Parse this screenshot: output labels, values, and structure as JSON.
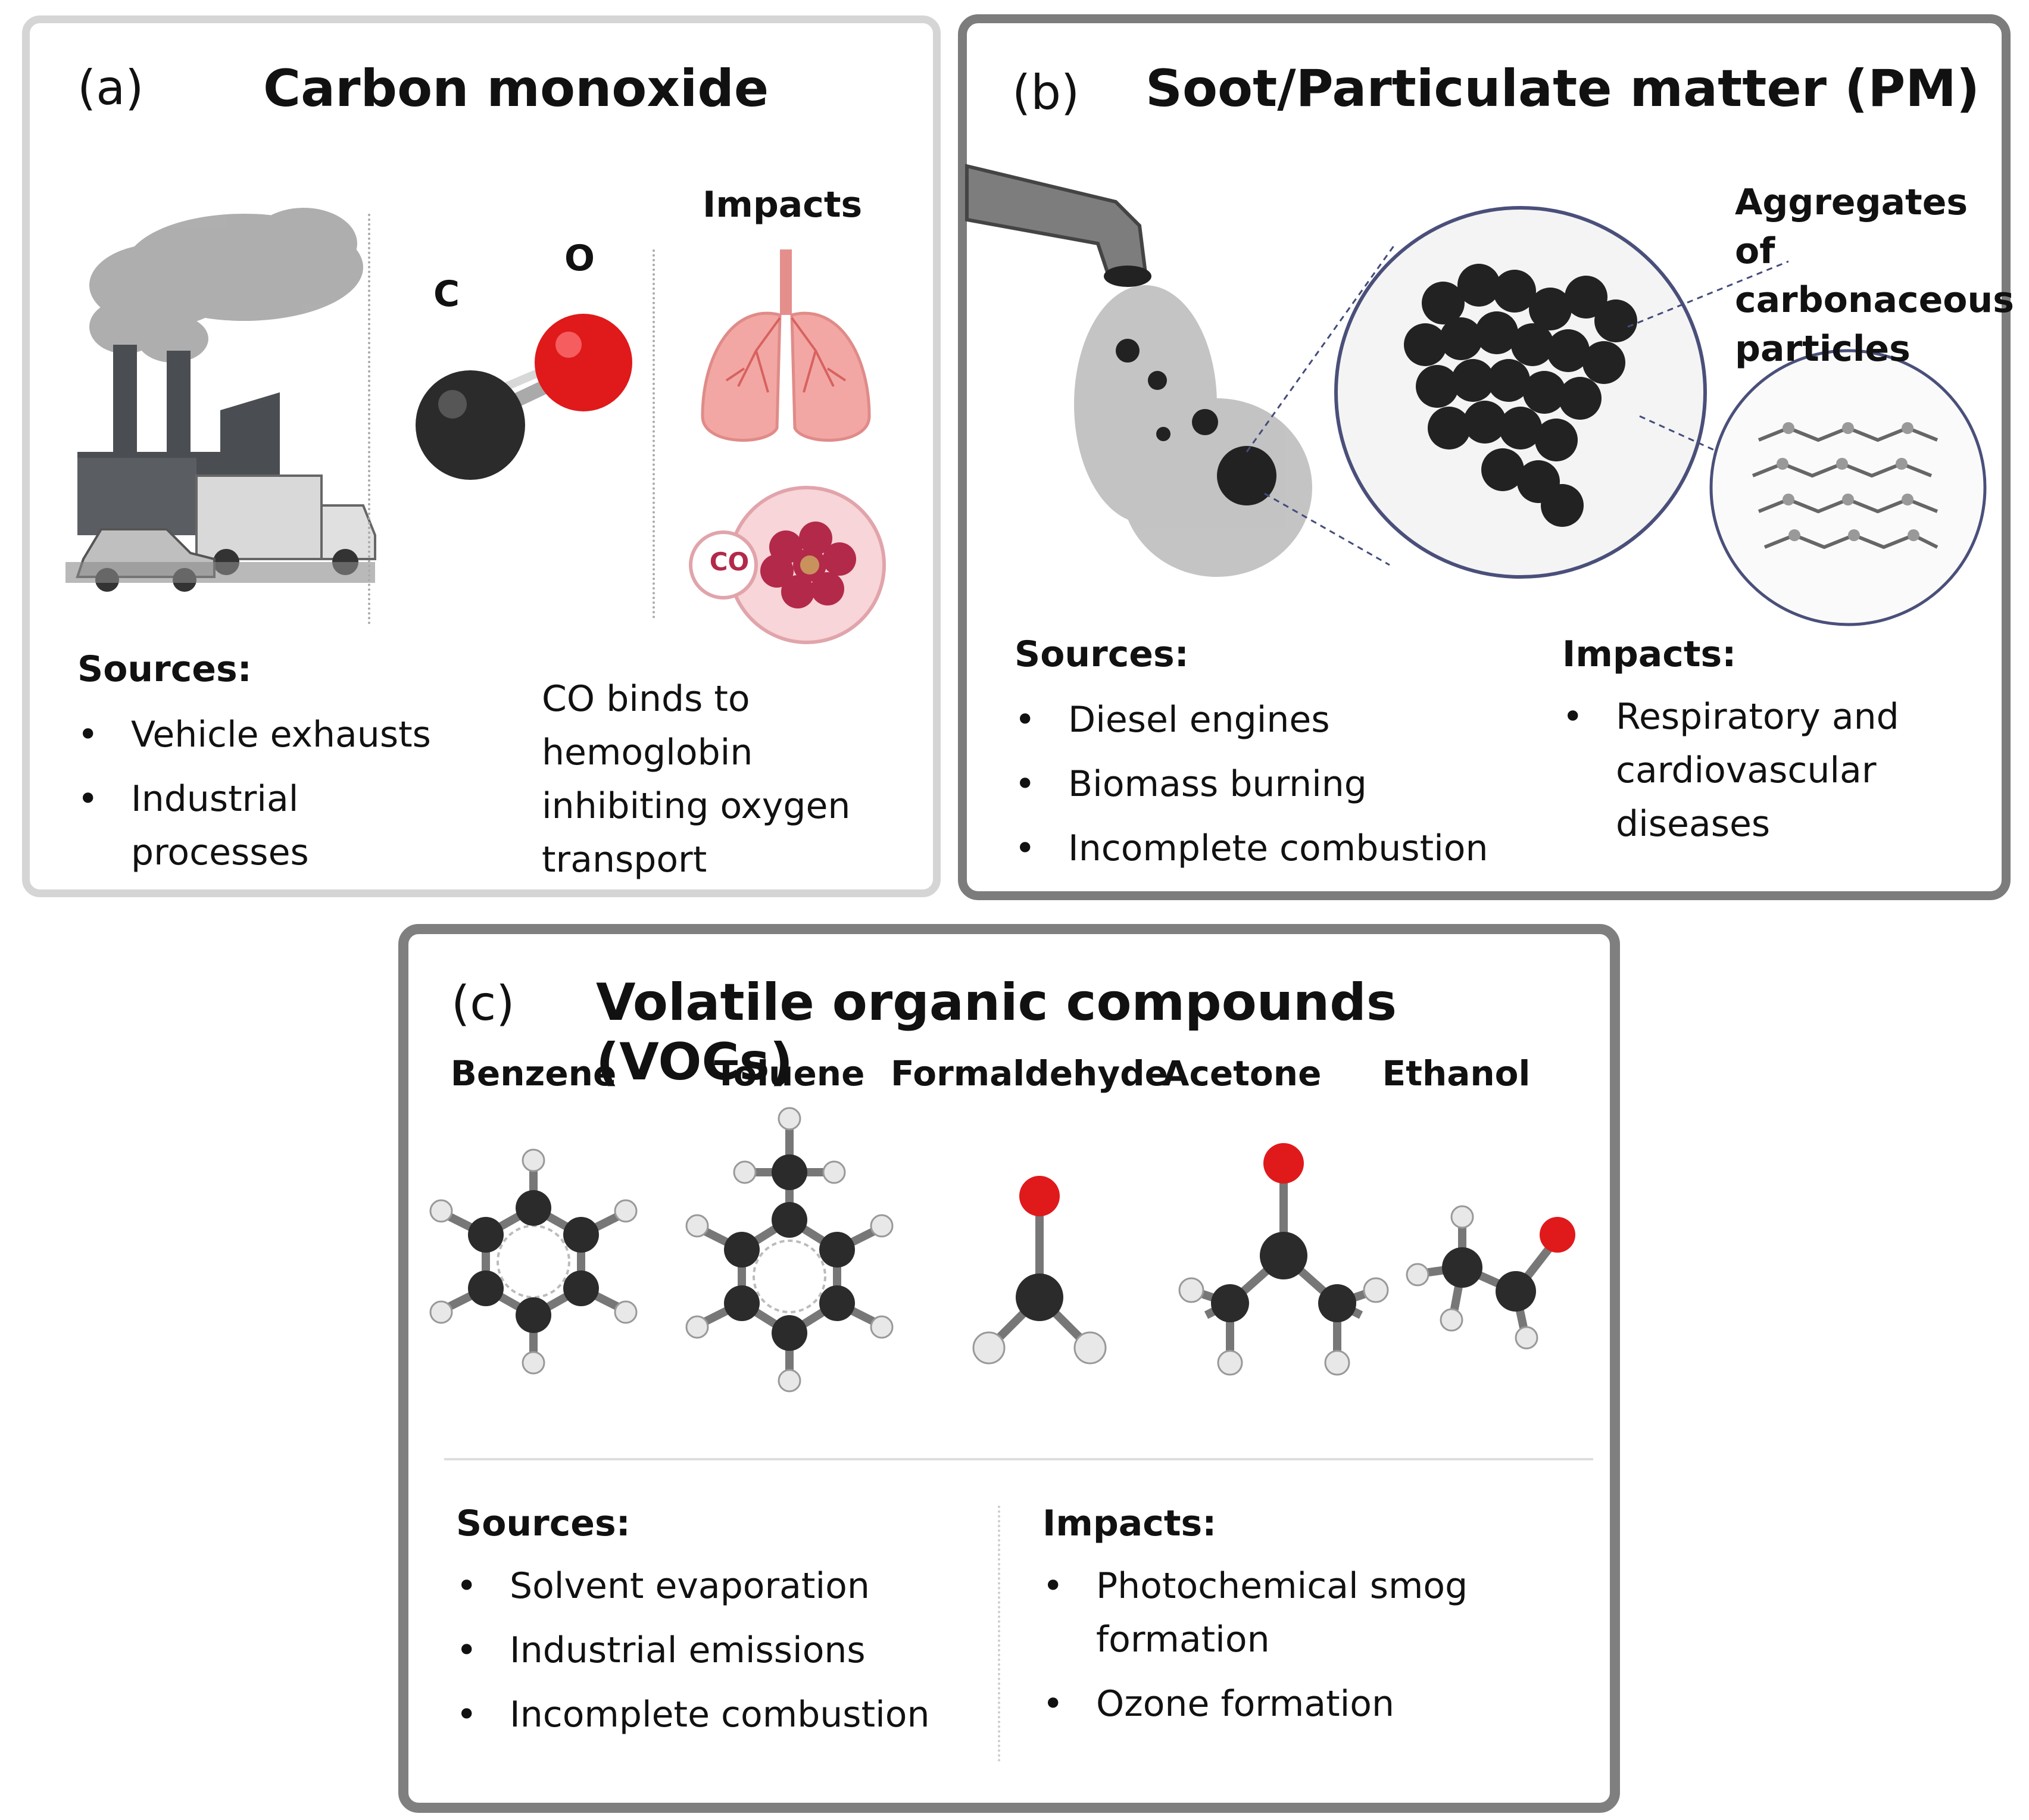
{
  "panel_a": {
    "tag": "(a)",
    "title": "Carbon monoxide",
    "atom_c": "C",
    "atom_o": "O",
    "impacts_heading": "Impacts",
    "co_badge": "CO",
    "sources_heading": "Sources:",
    "sources": [
      "Vehicle exhausts",
      "Industrial processes"
    ],
    "impact_text": "CO binds to hemoglobin inhibiting oxygen transport"
  },
  "panel_b": {
    "tag": "(b)",
    "title": "Soot/Particulate matter (PM)",
    "callout": "Aggregates of carbonaceous particles",
    "sources_heading": "Sources:",
    "sources": [
      "Diesel engines",
      "Biomass burning",
      "Incomplete combustion"
    ],
    "impacts_heading": "Impacts:",
    "impacts": [
      "Respiratory and cardiovascular diseases"
    ]
  },
  "panel_c": {
    "tag": "(c)",
    "title": "Volatile organic compounds (VOCs)",
    "molecules": [
      "Benzene",
      "Toluene",
      "Formaldehyde",
      "Acetone",
      "Ethanol"
    ],
    "sources_heading": "Sources:",
    "sources": [
      "Solvent evaporation",
      "Industrial emissions",
      "Incomplete combustion"
    ],
    "impacts_heading": "Impacts:",
    "impacts": [
      "Photochemical smog formation",
      "Ozone formation"
    ]
  },
  "colors": {
    "carbon": "#2b2b2b",
    "oxygen": "#e0191b",
    "hydrogen": "#e8e8e8",
    "lung": "#f2a7a4",
    "blood": "#b3294a",
    "panel_a_border": "#d5d5d5",
    "panel_bc_border": "#7c7c7c"
  }
}
